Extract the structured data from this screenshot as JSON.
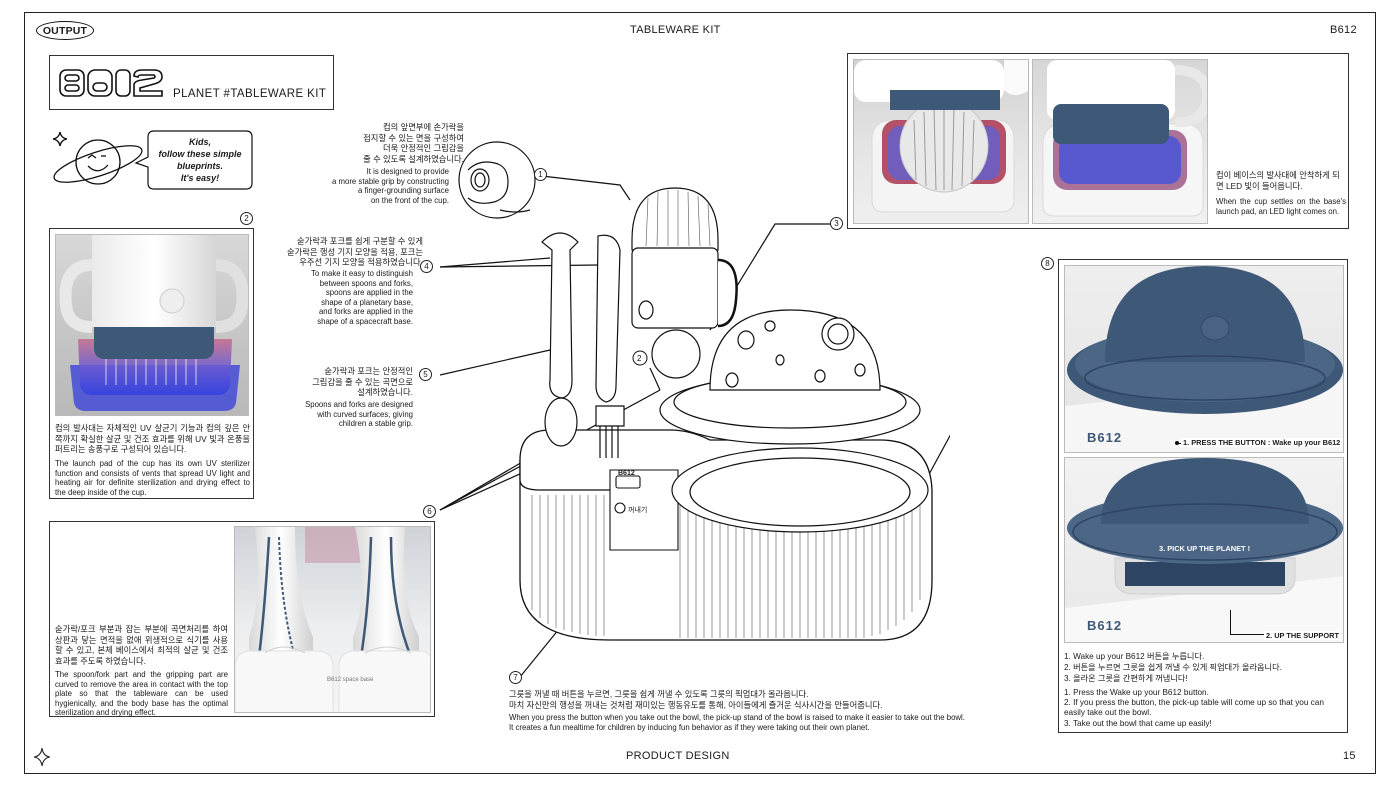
{
  "header": {
    "brand": "OUTPUT",
    "title": "TABLEWARE KIT",
    "code": "B612"
  },
  "footer": {
    "section": "PRODUCT DESIGN",
    "page": "15"
  },
  "title_box": {
    "logo": "B612",
    "subtitle": "PLANET  #TABLEWARE KIT"
  },
  "speech": {
    "text": "Kids,\nfollow these simple\nblueprints.\nIt's easy!"
  },
  "callouts": {
    "c1": {
      "num": "1",
      "kr": "컵의 앞면부에 손가락을\n접지할 수 있는 면을 구성하여\n더욱 안정적인 그립감을\n줄 수 있도록 설계하였습니다.",
      "en": "It is designed to provide\na more stable grip by constructing\na finger-grounding surface\non the front of the cup."
    },
    "c2": {
      "num": "2",
      "kr": "컵의 발사대는 자체적인 UV 살균기 기능과 컵의 깊은 안쪽까지 확실한 살균 및 건조 효과를 위해 UV 빛과 온풍을 퍼트리는 송풍구로 구성되어 있습니다.",
      "en": "The launch pad of the cup has its own UV sterilizer function and consists of vents that spread UV light and heating air for definite sterilization and drying effect to the deep inside of the cup."
    },
    "c3": {
      "num": "3",
      "kr": "컵이 베이스의 발사대에 안착하게 되면 LED 빛이 들어옵니다.",
      "en": "When the cup settles on the base's launch pad, an LED light comes on."
    },
    "c4": {
      "num": "4",
      "kr": "숟가락과 포크를 쉽게 구분할 수 있게\n숟가락은 행성 기지 모양을 적용, 포크는\n우주선 기지 모양을 적용하였습니다.",
      "en": "To make it easy to distinguish\nbetween spoons and forks,\nspoons are applied in the\nshape of a planetary base,\nand forks are applied in the\nshape of a spacecraft base."
    },
    "c5": {
      "num": "5",
      "kr": "숟가락과 포크는 안정적인\n그립감을 줄 수 있는 곡면으로\n설계하였습니다.",
      "en": "Spoons and forks are designed\nwith curved surfaces, giving\nchildren a stable grip."
    },
    "c6": {
      "num": "6",
      "kr": "숟가락/포크 부분과 잡는 부분에 곡면처리를 하여 상판과 닿는 면적을 없애 위생적으로 식기를 사용할 수 있고, 본체 베이스에서 최적의 살균 및 건조 효과를 주도록 하였습니다.",
      "en": "The spoon/fork part and the gripping part are curved to remove the area in contact with the top plate so that the tableware can be used hygienically, and the body base has the optimal sterilization and drying effect."
    },
    "c7": {
      "num": "7",
      "kr": "그릇을 꺼낼 때 버튼을 누르면, 그릇을 쉽게 꺼낼 수 있도록 그릇의 픽업대가 올라옵니다.\n마치 자신만의 행성을 꺼내는 것처럼 재미있는 행동유도를 통해, 아이들에게 즐거운 식사시간을 만들어줍니다.",
      "en": "When you press the button when you take out the bowl, the pick-up stand of the bowl is raised to make it easier to take out the bowl.\nIt creates a fun mealtime for children by inducing fun behavior as if they were taking out their own planet."
    },
    "c8": {
      "num": "8",
      "step1_label": "1. PRESS THE BUTTON : Wake up your B612",
      "step3_label": "3. PICK UP THE PLANET !",
      "step2_label": "2. UP THE SUPPORT",
      "kr_list": [
        "1.  Wake up your B612 버튼을 누릅니다.",
        "2. 버튼을 누르면 그릇을 쉽게 꺼낼 수 있게 픽업대가 올라옵니다.",
        "3. 올라온 그릇을 간편하게 꺼냅니다!"
      ],
      "en_list": [
        "1.  Press the Wake up your B612 button.",
        "2. If you press the button, the pick-up table will come up so that you can\n    easily take out the bowl.",
        "3. Take out the bowl that came up easily!"
      ]
    }
  },
  "product_labels": {
    "base_logo": "B612",
    "base_ctrl": "꺼내기",
    "render_logo": "B612",
    "pad_label": "B612 space base"
  },
  "colors": {
    "navy": "#3e5878",
    "led_blue": "#4a55d8",
    "led_red": "#d8506a",
    "ink": "#1a1a1a"
  }
}
